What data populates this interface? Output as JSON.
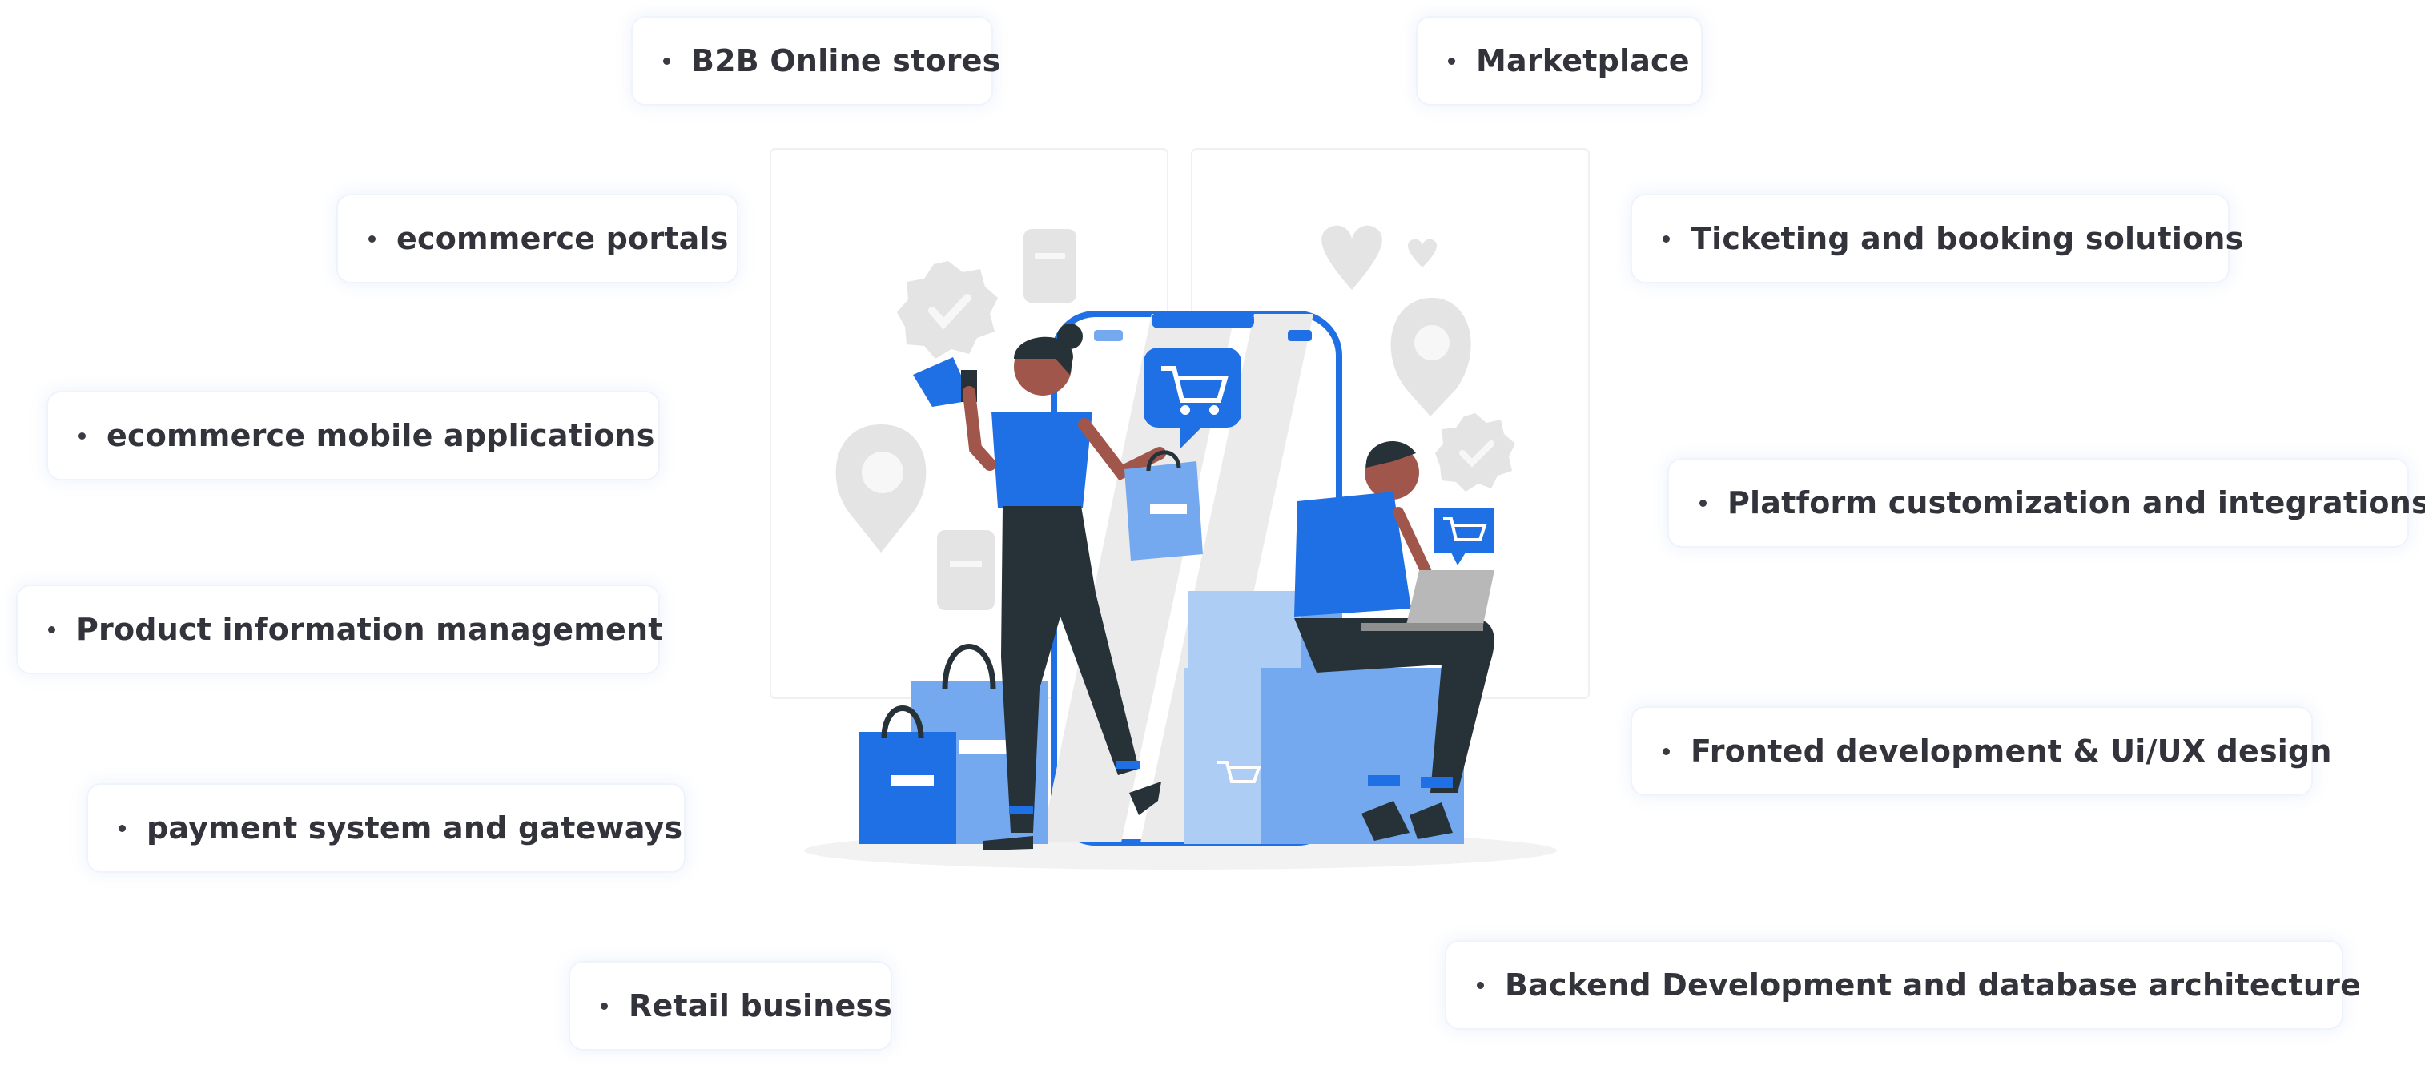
{
  "colors": {
    "accent": "#1f6fe5",
    "accent_light": "#74a9ef",
    "accent_pale": "#aecdf5",
    "ink": "#263238",
    "skin": "#a0564a",
    "text": "#33333b"
  },
  "services": [
    {
      "id": "b2b",
      "label": "B2B Online stores"
    },
    {
      "id": "marketplace",
      "label": "Marketplace"
    },
    {
      "id": "portals",
      "label": "ecommerce portals"
    },
    {
      "id": "ticketing",
      "label": "Ticketing and booking solutions"
    },
    {
      "id": "mobile",
      "label": "ecommerce mobile applications"
    },
    {
      "id": "platform",
      "label": "Platform customization and integrations"
    },
    {
      "id": "pim",
      "label": "Product information management"
    },
    {
      "id": "frontend",
      "label": "Fronted development & Ui/UX design"
    },
    {
      "id": "payment",
      "label": "payment system and gateways"
    },
    {
      "id": "backend",
      "label": "Backend Development and database architecture"
    },
    {
      "id": "retail",
      "label": "Retail business"
    }
  ],
  "illustration": {
    "icons": [
      "megaphone-icon",
      "shopping-cart-icon",
      "location-pin-icon",
      "heart-icon",
      "verified-badge-icon",
      "shopping-bag-icon",
      "laptop-icon",
      "smartphone-icon"
    ]
  }
}
